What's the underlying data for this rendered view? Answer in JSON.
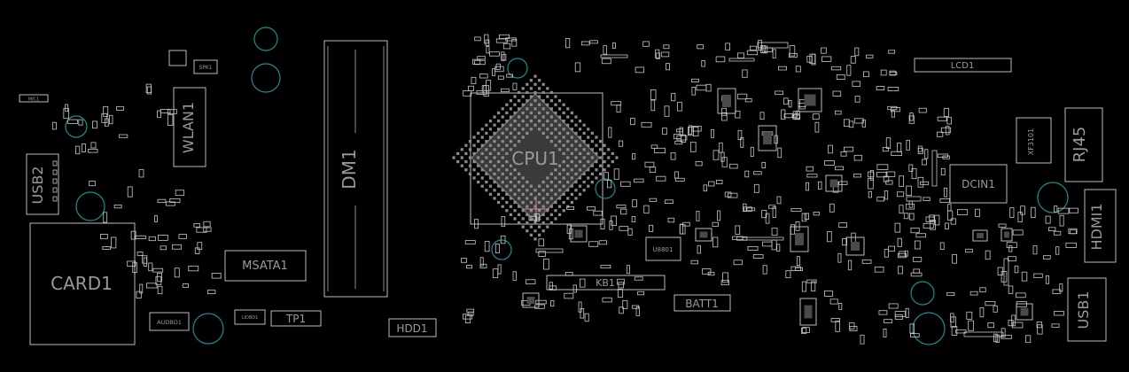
{
  "colors": {
    "background": "#000000",
    "outline": "#bdbdbd",
    "label": "#9a9a9a",
    "mount_hole": "#1a8f8f",
    "cursor": "#d08aa0"
  },
  "labels": {
    "cpu": "CPU1",
    "dimm": "DM1",
    "card_reader": "CARD1",
    "wlan": "WLAN1",
    "msata": "MSATA1",
    "usb2": "USB2",
    "usb1": "USB1",
    "hdd": "HDD1",
    "keyboard": "KB1",
    "battery": "BATT1",
    "lcd": "LCD1",
    "dc_in": "DCIN1",
    "hdmi": "HDMI1",
    "rj45": "RJ45",
    "speaker": "SPK1",
    "touchpad": "TP1",
    "audio_board": "AUDBD1",
    "lid_board": "LIDBD1",
    "xf": "XF3101",
    "u8801": "U8801",
    "mic": "MIC1"
  }
}
